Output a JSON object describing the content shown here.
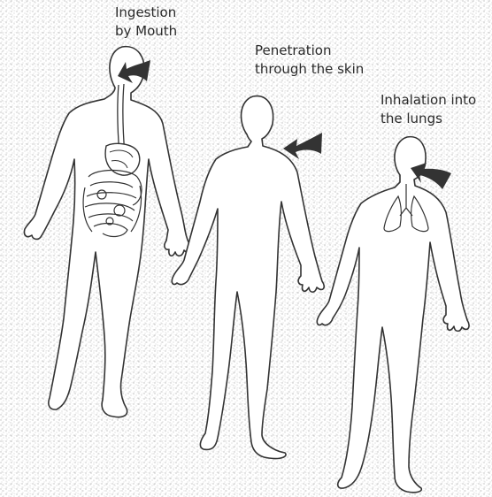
{
  "labels": {
    "ingestion": [
      "Ingestion",
      "by Mouth"
    ],
    "penetration": [
      "Penetration",
      "through the skin"
    ],
    "inhalation": [
      "Inhalation into",
      "the lungs"
    ]
  },
  "colors": {
    "background_texture": "#c9c9c9",
    "body_fill": "#ffffff",
    "outline": "#333333",
    "arrow": "#333333"
  },
  "icons": [
    "stomach-icon",
    "lungs-icon",
    "arrow-icon"
  ]
}
